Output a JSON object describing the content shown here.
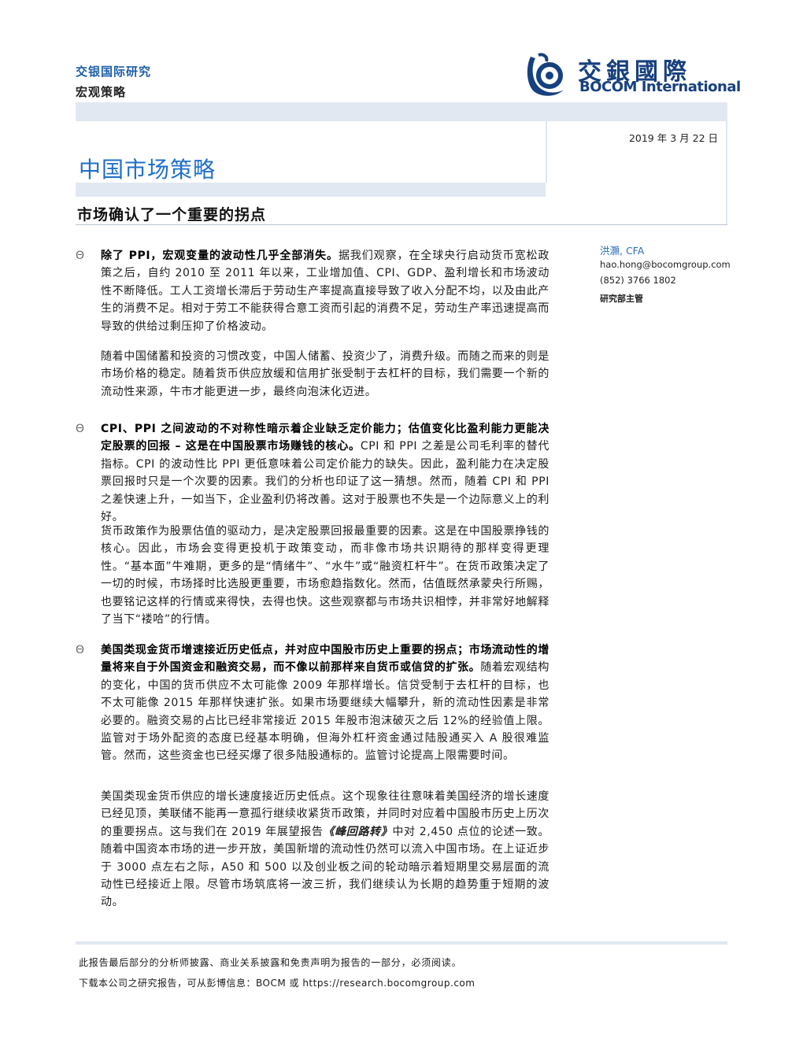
{
  "header": {
    "brand": "交银国际研究",
    "section": "宏观策略",
    "logo_cn": "交銀國際",
    "logo_en": "BOCOM International",
    "date": "2019 年 3 月 22 日"
  },
  "report": {
    "title": "中国市场策略",
    "subtitle": "市场确认了一个重要的拐点"
  },
  "analyst": {
    "name": "洪灝, CFA",
    "email": "hao.hong@bocomgroup.com",
    "phone": "(852) 3766 1802",
    "role": "研究部主管"
  },
  "bullet_glyph": "Θ",
  "body": {
    "p1_bold": "除了 PPI，宏观变量的波动性几乎全部消失。",
    "p1_text": "据我们观察，在全球央行启动货币宽松政策之后，自约 2010 至 2011 年以来，工业增加值、CPI、GDP、盈利增长和市场波动性不断降低。工人工资增长滞后于劳动生产率提高直接导致了收入分配不均，以及由此产生的消费不足。相对于劳工不能获得合意工资而引起的消费不足，劳动生产率迅速提高而导致的供给过剩压抑了价格波动。",
    "p2_text": "随着中国储蓄和投资的习惯改变，中国人储蓄、投资少了，消费升级。而随之而来的则是市场价格的稳定。随着货币供应放缓和信用扩张受制于去杠杆的目标，我们需要一个新的流动性来源，牛市才能更进一步，最终向泡沫化迈进。",
    "p3_bold": "CPI、PPI 之间波动的不对称性暗示着企业缺乏定价能力；估值变化比盈利能力更能决定股票的回报 – 这是在中国股票市场赚钱的核心。",
    "p3_text": "CPI 和 PPI 之差是公司毛利率的替代指标。CPI 的波动性比 PPI 更低意味着公司定价能力的缺失。因此，盈利能力在决定股票回报时只是一个次要的因素。我们的分析也印证了这一猜想。然而，随着 CPI 和 PPI 之差快速上升，一如当下，企业盈利仍将改善。这对于股票也不失是一个边际意义上的利好。",
    "p4_text": "货币政策作为股票估值的驱动力，是决定股票回报最重要的因素。这是在中国股票挣钱的核心。因此，市场会变得更投机于政策变动，而非像市场共识期待的那样变得更理性。“基本面”牛难期，更多的是“情绪牛”、“水牛”或“融资杠杆牛”。在货币政策决定了一切的时候，市场择时比选股更重要，市场愈趋指数化。然而，估值既然承蒙央行所赐，也要铭记这样的行情或来得快，去得也快。这些观察都与市场共识相悖，并非常好地解释了当下“褛哈”的行情。",
    "p5_bold": "美国类现金货币增速接近历史低点，并对应中国股市历史上重要的拐点；市场流动性的增量将来自于外国资金和融资交易，而不像以前那样来自货币或信贷的扩张。",
    "p5_text": "随着宏观结构的变化，中国的货币供应不太可能像 2009 年那样增长。信贷受制于去杠杆的目标，也不太可能像 2015 年那样快速扩张。如果市场要继续大幅攀升，新的流动性因素是非常必要的。融资交易的占比已经非常接近 2015 年股市泡沫破灭之后 12%的经验值上限。监管对于场外配资的态度已经基本明确，但海外杠杆资金通过陆股通买入 A 股很难监管。然而，这些资金也已经买爆了很多陆股通标的。监管讨论提高上限需要时间。",
    "p6_text_a": "美国类现金货币供应的增长速度接近历史低点。这个现象往往意味着美国经济的增长速度已经见顶，美联储不能再一意孤行继续收紧货币政策，并同时对应着中国股市历史上历次的重要拐点。这与我们在 2019 年展望报告",
    "p6_italic": "《峰回路转》",
    "p6_text_b": "中对 2,450 点位的论述一致。随着中国资本市场的进一步开放，美国新增的流动性仍然可以流入中国市场。在上证近步于 3000 点左右之际，A50 和 500 以及创业板之间的轮动暗示着短期里交易层面的流动性已经接近上限。尽管市场筑底将一波三折，我们继续认为长期的趋势重于短期的波动。"
  },
  "footer": {
    "disclaimer": "此报告最后部分的分析师披露、商业关系披露和免责声明为报告的一部分，必须阅读。",
    "download": "下载本公司之研究报告，可从彭博信息：BOCM 或 https://research.bocomgroup.com"
  }
}
